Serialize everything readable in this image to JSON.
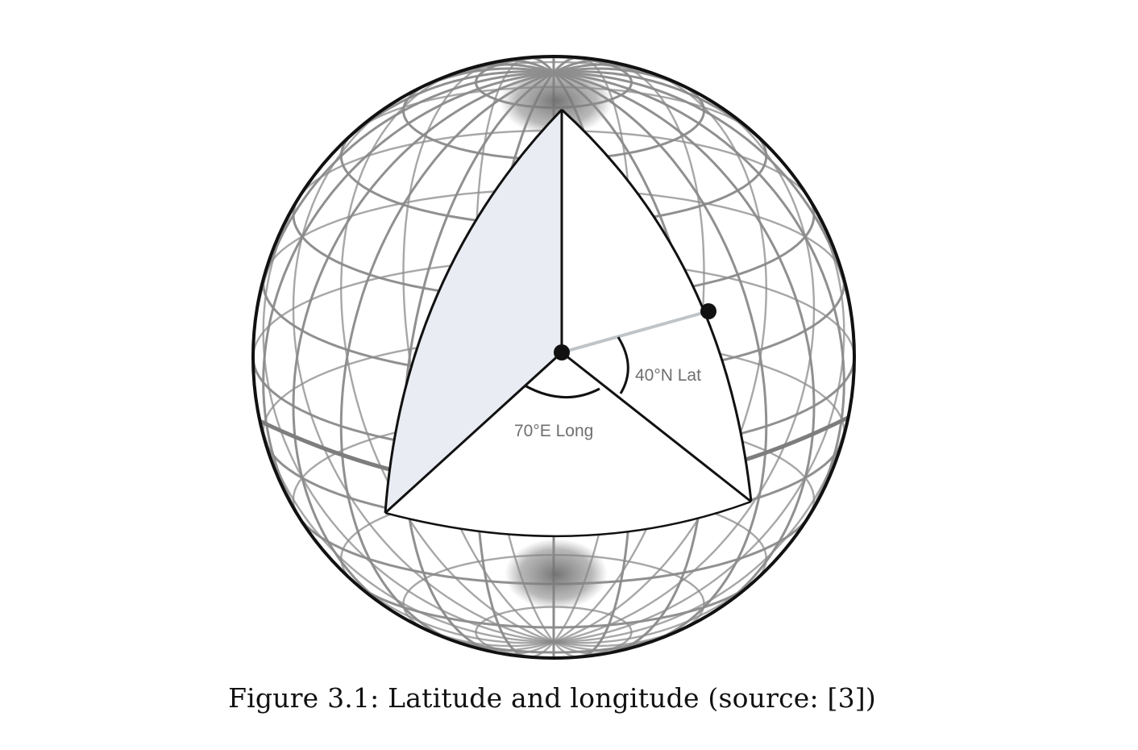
{
  "figure": {
    "caption": "Figure 3.1: Latitude and longitude (source: [3])",
    "labels": {
      "latitude": "40°N Lat",
      "longitude": "70°E Long"
    },
    "angles": {
      "latitude_deg_north": 40,
      "longitude_deg_east": 70
    },
    "colors": {
      "outline": "#111111",
      "grid": "#8a8a8a",
      "pole_shade": "#7a7a7a",
      "shaded_face": "#e9ecf2",
      "cut_face": "#ffffff"
    }
  }
}
